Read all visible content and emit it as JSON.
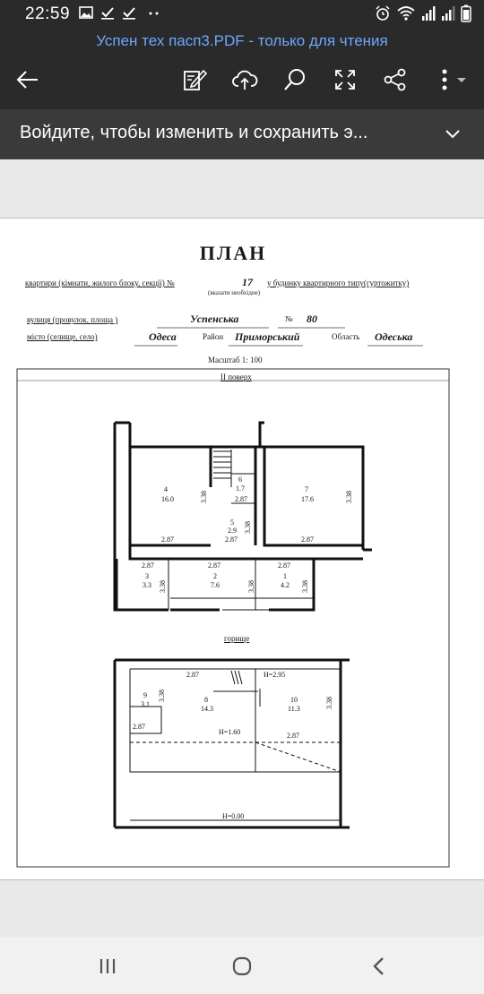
{
  "status_bar": {
    "time": "22:59",
    "left_icons": [
      "image-icon",
      "check-icon",
      "check-icon",
      "more-dots-icon"
    ],
    "right_icons": [
      "alarm-icon",
      "wifi-icon",
      "signal-icon",
      "signal-icon",
      "battery-icon"
    ]
  },
  "header": {
    "doc_title": "Успен тех пасп3.PDF - только для чтения",
    "toolbar": [
      "back-arrow-icon",
      "edit-icon",
      "cloud-upload-icon",
      "search-icon",
      "fullscreen-icon",
      "share-icon",
      "more-vertical-icon"
    ]
  },
  "banner": {
    "text": "Войдите, чтобы изменить и сохранить э...",
    "chevron": "chevron-down-icon"
  },
  "document": {
    "title": "ПЛАН",
    "line1_label": "квартири (кімнати, жилого блоку, секції) №",
    "line1_value": "17",
    "line1_suffix": "у будинку квартирного типу(гуртожитку)",
    "line1_note": "(вказати необхідне)",
    "street_label": "вулиця (провулок, площа )",
    "street_value": "Успенська",
    "house_label": "№",
    "house_value": "80",
    "city_label": "місто (селище, село)",
    "city_value": "Одеса",
    "district_label": "Район",
    "district_value": "Приморський",
    "region_label": "Область",
    "region_value": "Одеська",
    "scale": "Масштаб 1: 100",
    "floor_label": "II поверх",
    "attic_label": "горище",
    "rooms": [
      {
        "num": "4",
        "area": "16.0"
      },
      {
        "num": "6",
        "area": "1.7"
      },
      {
        "num": "7",
        "area": "17.6"
      },
      {
        "num": "5",
        "area": "2.9"
      },
      {
        "num": "3",
        "area": "3.3"
      },
      {
        "num": "2",
        "area": "7.6"
      },
      {
        "num": "1",
        "area": "4.2"
      },
      {
        "num": "9",
        "area": "3.1"
      },
      {
        "num": "8",
        "area": "14.3"
      },
      {
        "num": "10",
        "area": "11.3"
      }
    ],
    "dim_287": "2.87",
    "dim_338": "3.38",
    "h_295": "H=2.95",
    "h_160": "H=1.60",
    "h_000": "H=0.00"
  },
  "nav": {
    "buttons": [
      "recents-icon",
      "home-icon",
      "back-icon"
    ]
  },
  "colors": {
    "bar_bg": "#2a2a2a",
    "banner_bg": "#3a3a3a",
    "title_blue": "#6fa6ff"
  }
}
